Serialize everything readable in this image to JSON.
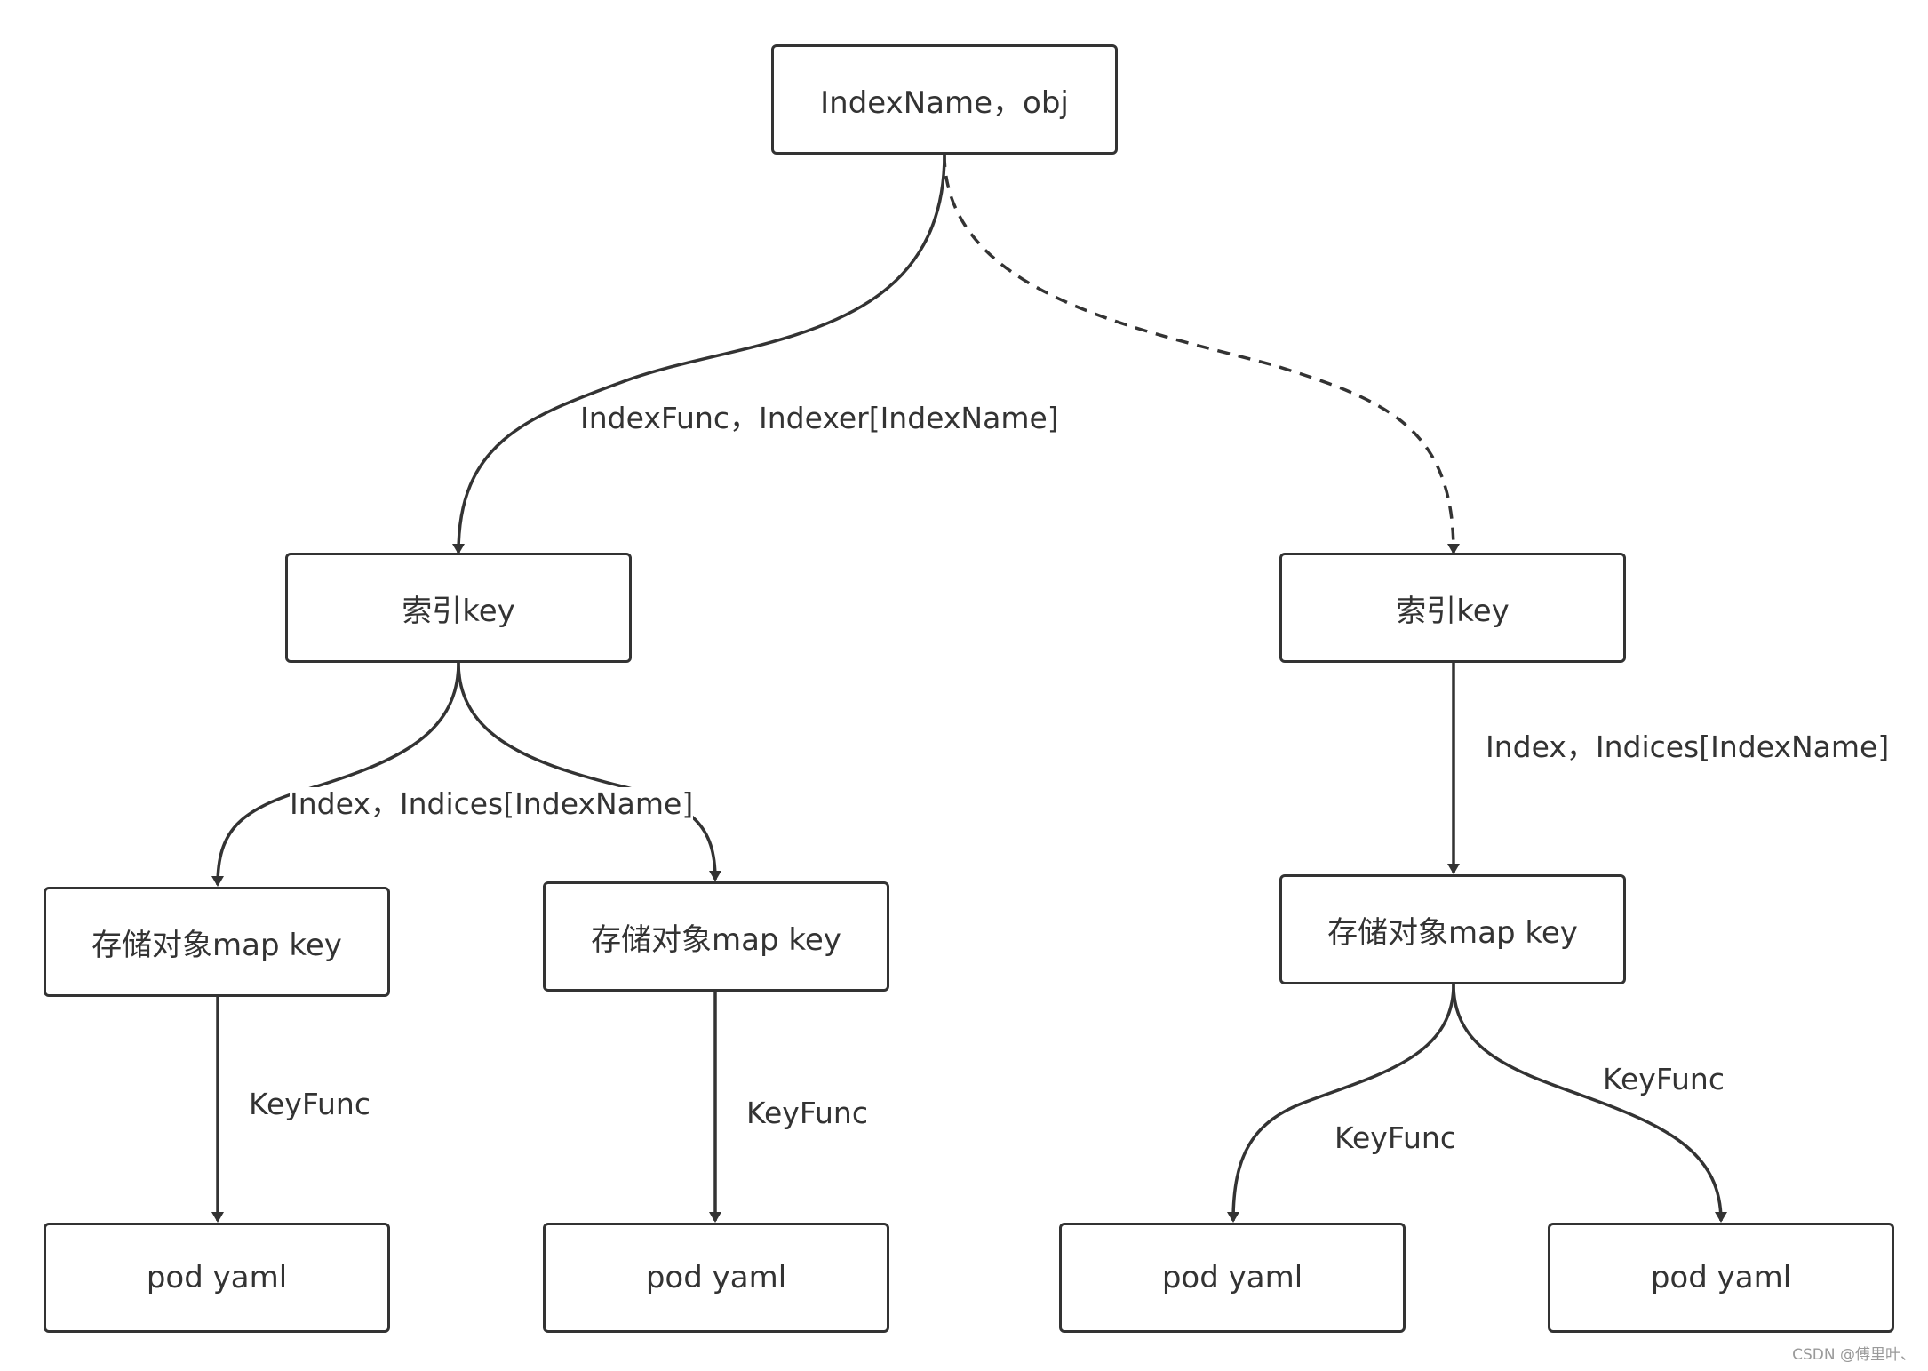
{
  "nodes": {
    "root": "IndexName，obj",
    "index_key_left": "索引key",
    "index_key_right": "索引key",
    "store_key_left_1": "存储对象map key",
    "store_key_left_2": "存储对象map key",
    "store_key_right": "存储对象map key",
    "pod_1": "pod yaml",
    "pod_2": "pod yaml",
    "pod_3": "pod yaml",
    "pod_4": "pod yaml"
  },
  "edge_labels": {
    "root_to_left": "IndexFunc，Indexer[IndexName]",
    "left_index": "Index，Indices[IndexName]",
    "right_index": "Index，Indices[IndexName]",
    "keyfunc_1": "KeyFunc",
    "keyfunc_2": "KeyFunc",
    "keyfunc_3": "KeyFunc",
    "keyfunc_4": "KeyFunc"
  },
  "watermark": "CSDN @傅里叶、",
  "colors": {
    "stroke": "#333333",
    "background": "#ffffff"
  }
}
